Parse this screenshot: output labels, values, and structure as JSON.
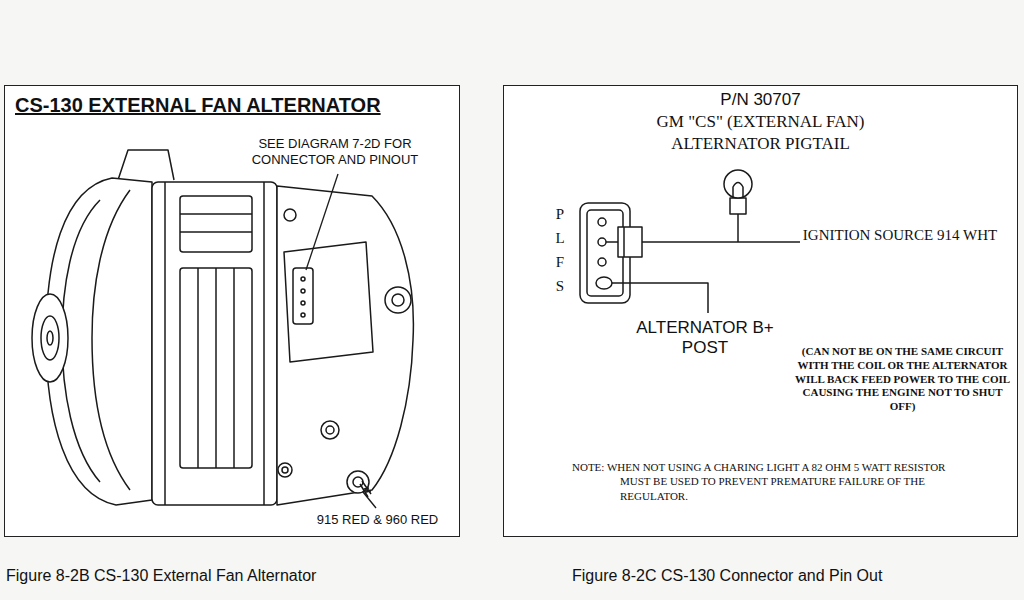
{
  "diagram": {
    "nodes": [
      {
        "text": [
          "CS-130 EXTERNAL FAN ALTERNATOR"
        ]
      },
      {
        "text": [
          "P/N 30707",
          "GM \"CS\" (EXTERNAL FAN) ALTERNATOR PIGTAIL"
        ]
      }
    ],
    "labels": [
      "SEE DIAGRAM 7-2D FOR CONNECTOR AND PINOUT",
      "915 RED & 960 RED",
      "Figure 8-2B CS-130 External Fan Alternator",
      "P",
      "L",
      "F",
      "S",
      "IGNITION SOURCE 914 WHT",
      "ALTERNATOR B+ POST",
      "(CAN NOT BE ON THE SAME CIRCUIT WITH THE COIL OR THE ALTERNATOR WILL BACK FEED POWER TO THE COIL CAUSING THE ENGINE NOT TO SHUT OFF)",
      "NOTE: WHEN NOT USING A CHARING LIGHT A 82 OHM 5 WATT RESISTOR MUST BE USED TO PREVENT PREMATURE FAILURE OF THE REGULATOR.",
      "Figure 8-2C CS-130 Connector and Pin Out"
    ]
  }
}
